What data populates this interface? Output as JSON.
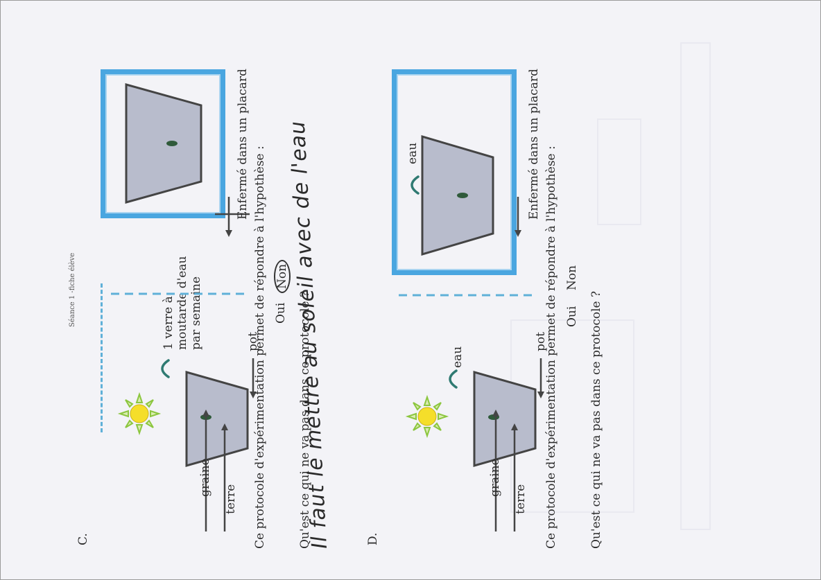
{
  "header": {
    "title": "Séance 1 -fiche élève"
  },
  "section_c": {
    "letter": "C.",
    "labels": {
      "water_amount": [
        "1 verre à",
        "moutarde d'eau",
        "par semaine"
      ],
      "pot": "pot",
      "seed": "graine",
      "soil": "terre",
      "closet": "Enfermé dans un placard"
    },
    "question_1": "Ce protocole d'expérimentation permet de répondre à l'hypothèse :",
    "option_yes": "Oui",
    "option_no": "Non",
    "selected_option": "Non",
    "question_2": "Qu'est ce qui ne va pas dans ce protocole ?",
    "handwritten_answer": "Il faut le mettre au soleil avec de l'eau"
  },
  "section_d": {
    "letter": "D.",
    "labels": {
      "water_left": "eau",
      "pot": "pot",
      "seed": "graine",
      "soil": "terre",
      "water_right": "eau",
      "closet": "Enfermé dans un placard"
    },
    "question_1": "Ce protocole d'expérimentation permet de répondre à l'hypothèse :",
    "option_yes": "Oui",
    "option_no": "Non",
    "question_2": "Qu'est ce qui ne va pas dans ce protocole ?"
  },
  "colors": {
    "closet_border": "#4aa6e0",
    "divider": "#5fb0d8",
    "pot_fill": "#b8bccc",
    "sun": "#f5de2a",
    "sun_rays": "#8cc63f",
    "water_arc": "#2f7a72",
    "seed": "#2f5a3a"
  },
  "icons": [
    "sun-icon",
    "water-drop-arc-icon",
    "pot-icon",
    "seed-icon",
    "arrow-icon"
  ]
}
